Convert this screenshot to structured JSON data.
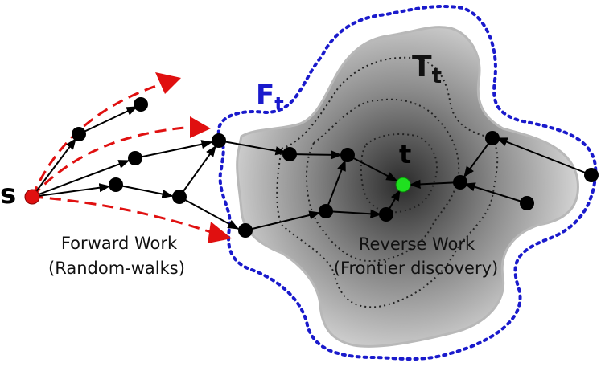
{
  "labels": {
    "source": "s",
    "target": "t",
    "frontier_main": "F",
    "frontier_sub": "t",
    "tree_main": "T",
    "tree_sub": "t",
    "forward_line1": "Forward Work",
    "forward_line2": "(Random-walks)",
    "reverse_line1": "Reverse Work",
    "reverse_line2": "(Frontier discovery)"
  },
  "colors": {
    "source_node": "#e01010",
    "target_node": "#1fe01f",
    "node": "#000000",
    "frontier_border": "#1a1acc",
    "forward_arrow": "#e01010",
    "region_edge": "#bdbdbd",
    "contour": "#222222"
  }
}
